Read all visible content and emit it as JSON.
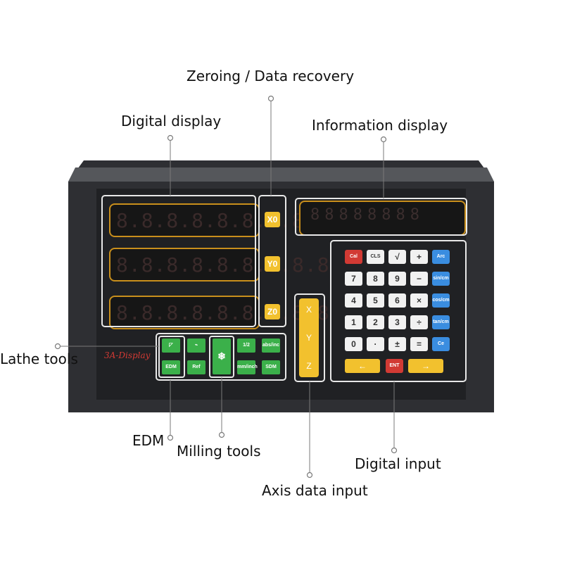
{
  "labels": {
    "zeroing": "Zeroing / Data recovery",
    "digital_display": "Digital display",
    "information_display": "Information display",
    "lathe_tools": "Lathe tools",
    "edm": "EDM",
    "milling_tools": "Milling  tools",
    "digital_input": "Digital input",
    "axis_data_input": "Axis data input"
  },
  "device": {
    "brand": "3A-Display",
    "axis_rows": [
      {
        "digits": "8.8.8.8.8.8.8.8.8",
        "key": "X0"
      },
      {
        "digits": "8.8.8.8.8.8.8.8.8",
        "key": "Y0"
      },
      {
        "digits": "8.8.8.8.8.8.8.8.8",
        "key": "Z0"
      }
    ],
    "info_digits": "88888888",
    "function_keys": {
      "top": [
        "",
        "",
        "",
        "1/2",
        "abs/inc"
      ],
      "bottom": [
        "EDM",
        "Ref",
        "",
        "mm/inch",
        "SDM"
      ]
    },
    "axis_keys": [
      "X",
      "Y",
      "Z"
    ],
    "keypad": {
      "row1": [
        "Cal",
        "CLS",
        "√",
        "+",
        "Arc"
      ],
      "row2": [
        "7",
        "8",
        "9",
        "−",
        "sin/cm"
      ],
      "row3": [
        "4",
        "5",
        "6",
        "×",
        "cos/cm"
      ],
      "row4": [
        "1",
        "2",
        "3",
        "÷",
        "tan/cm"
      ],
      "row5": [
        "0",
        "·",
        "±",
        "=",
        "Ce"
      ],
      "row6": [
        "←",
        "ENT",
        "→"
      ]
    }
  },
  "colors": {
    "panel": "#2e2f33",
    "frame": "#e8e8e8",
    "amber": "#c98f1c",
    "yellow_key": "#f2c12e",
    "green_key": "#3bb04a",
    "red_key": "#d23a34",
    "blue_key": "#3a8de0"
  }
}
